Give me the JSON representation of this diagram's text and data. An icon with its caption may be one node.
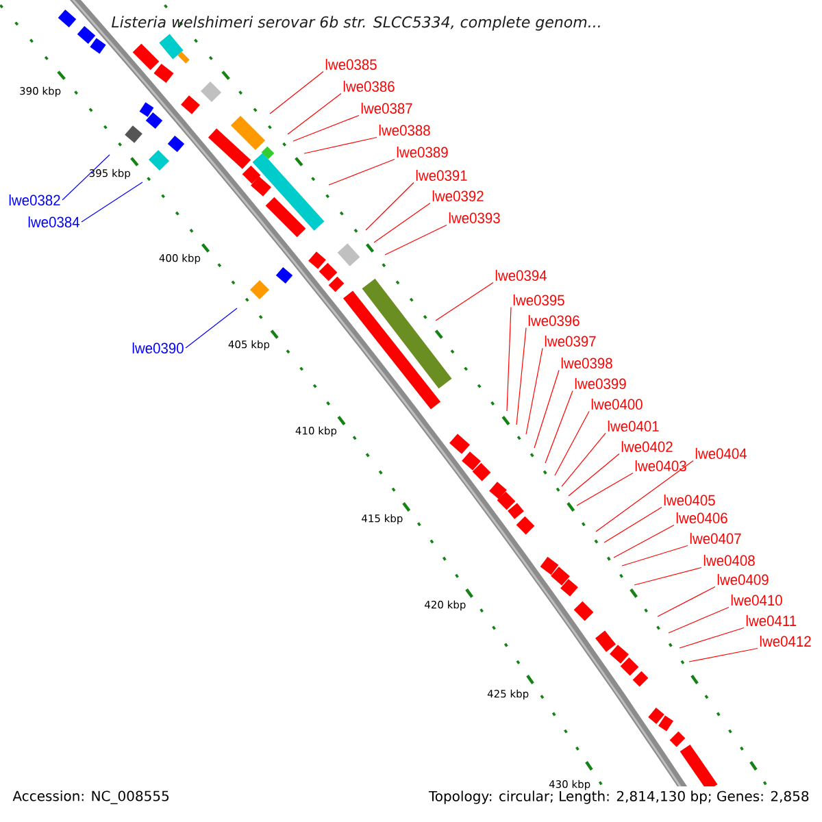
{
  "diagram": {
    "title": "Listeria welshimeri serovar 6b str. SLCC5334, complete genom...",
    "nodes": [
      {
        "text": [
          "lwe0385"
        ]
      },
      {
        "text": [
          "lwe0386"
        ]
      },
      {
        "text": [
          "lwe0387"
        ]
      },
      {
        "text": [
          "lwe0388"
        ]
      },
      {
        "text": [
          "lwe0389"
        ]
      },
      {
        "text": [
          "lwe0391"
        ]
      },
      {
        "text": [
          "lwe0392"
        ]
      },
      {
        "text": [
          "lwe0382"
        ]
      },
      {
        "text": [
          "lwe0393"
        ]
      },
      {
        "text": [
          "lwe0384"
        ]
      },
      {
        "text": [
          "lwe0394"
        ]
      },
      {
        "text": [
          "lwe0395"
        ]
      },
      {
        "text": [
          "lwe0396"
        ]
      },
      {
        "text": [
          "lwe0397"
        ]
      },
      {
        "text": [
          "lwe0390"
        ]
      },
      {
        "text": [
          "lwe0398"
        ]
      },
      {
        "text": [
          "lwe0399"
        ]
      },
      {
        "text": [
          "lwe0400"
        ]
      },
      {
        "text": [
          "lwe0401"
        ]
      },
      {
        "text": [
          "lwe0402"
        ]
      },
      {
        "text": [
          "lwe0404"
        ]
      },
      {
        "text": [
          "lwe0403"
        ]
      },
      {
        "text": [
          "lwe0405"
        ]
      },
      {
        "text": [
          "lwe0406"
        ]
      },
      {
        "text": [
          "lwe0407"
        ]
      },
      {
        "text": [
          "lwe0408"
        ]
      },
      {
        "text": [
          "lwe0409"
        ]
      },
      {
        "text": [
          "lwe0410"
        ]
      },
      {
        "text": [
          "lwe0411"
        ]
      },
      {
        "text": [
          "lwe0412"
        ]
      }
    ],
    "edges": [
      {
        "from": 0,
        "to": null,
        "arrow": "none"
      },
      {
        "from": 1,
        "to": null,
        "arrow": "none"
      },
      {
        "from": 2,
        "to": null,
        "arrow": "none"
      },
      {
        "from": 3,
        "to": null,
        "arrow": "none"
      },
      {
        "from": 4,
        "to": null,
        "arrow": "none"
      },
      {
        "from": 5,
        "to": null,
        "arrow": "none"
      },
      {
        "from": 6,
        "to": null,
        "arrow": "none"
      },
      {
        "from": 7,
        "to": null,
        "arrow": "none",
        "color": "#0000ff"
      },
      {
        "from": 8,
        "to": null,
        "arrow": "none"
      },
      {
        "from": 9,
        "to": null,
        "arrow": "none",
        "color": "#0000ff"
      },
      {
        "from": 10,
        "to": null,
        "arrow": "none"
      },
      {
        "from": 11,
        "to": null,
        "arrow": "none"
      },
      {
        "from": 12,
        "to": null,
        "arrow": "none"
      },
      {
        "from": 13,
        "to": null,
        "arrow": "none"
      },
      {
        "from": 14,
        "to": null,
        "arrow": "none",
        "color": "#0000ff"
      },
      {
        "from": 15,
        "to": null,
        "arrow": "none"
      },
      {
        "from": 16,
        "to": null,
        "arrow": "none"
      },
      {
        "from": 17,
        "to": null,
        "arrow": "none"
      },
      {
        "from": 18,
        "to": null,
        "arrow": "none"
      },
      {
        "from": 19,
        "to": null,
        "arrow": "none"
      },
      {
        "from": 20,
        "to": null,
        "arrow": "none"
      },
      {
        "from": 21,
        "to": null,
        "arrow": "none"
      },
      {
        "from": 22,
        "to": null,
        "arrow": "none"
      },
      {
        "from": 23,
        "to": null,
        "arrow": "none"
      },
      {
        "from": 24,
        "to": null,
        "arrow": "none"
      },
      {
        "from": 25,
        "to": null,
        "arrow": "none"
      },
      {
        "from": 26,
        "to": null,
        "arrow": "none"
      },
      {
        "from": 27,
        "to": null,
        "arrow": "none"
      },
      {
        "from": 28,
        "to": null,
        "arrow": "none"
      },
      {
        "from": 29,
        "to": null,
        "arrow": "none"
      }
    ],
    "labels": [
      "390 kbp",
      "395 kbp",
      "400 kbp",
      "405 kbp",
      "410 kbp",
      "415 kbp",
      "420 kbp",
      "425 kbp",
      "430 kbp",
      "Accession: NC_008555",
      "Topology: circular; Length: 2,814,130 bp; Genes: 2,858"
    ]
  }
}
